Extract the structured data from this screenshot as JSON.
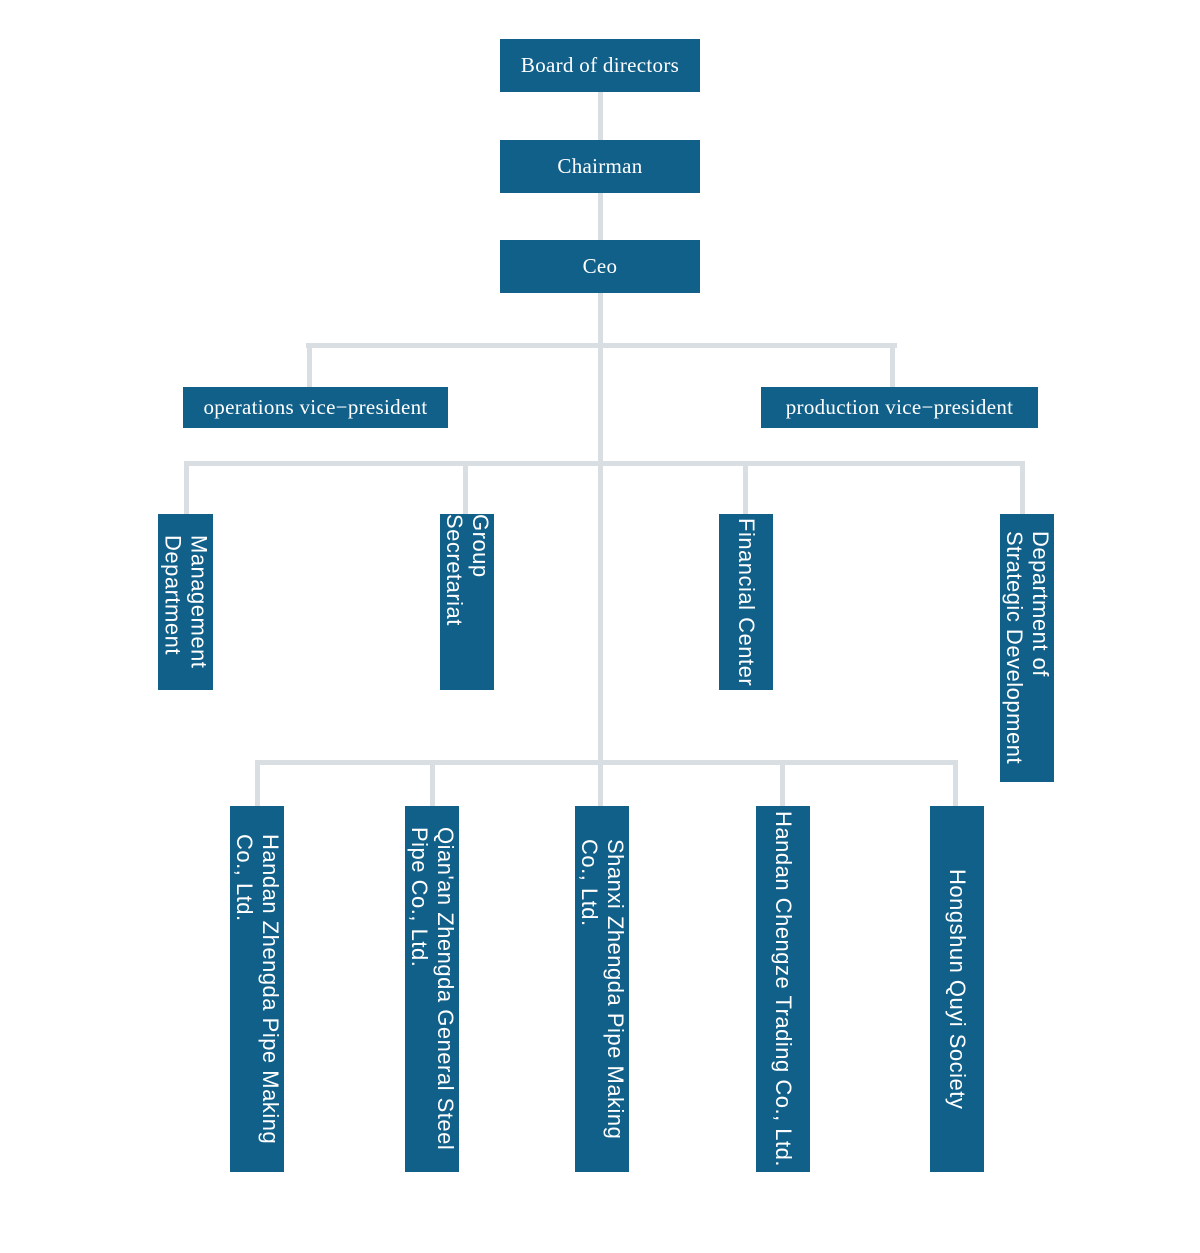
{
  "palette": {
    "node_fill": "#11608a",
    "node_text": "#ffffff",
    "connector": "#d9dee3",
    "background": "#ffffff"
  },
  "org": {
    "board": {
      "label": "Board of directors"
    },
    "chairman": {
      "label": "Chairman"
    },
    "ceo": {
      "label": "Ceo"
    },
    "vice_presidents": [
      {
        "label": "operations vice−president"
      },
      {
        "label": "production vice−president"
      }
    ],
    "departments": [
      {
        "label": "Management\nDepartment"
      },
      {
        "label": "Group Secretariat"
      },
      {
        "label": "Financial Center"
      },
      {
        "label": "Department of\nStrategic Development"
      }
    ],
    "subsidiaries": [
      {
        "label": "Handan Zhengda Pipe Making\nCo., Ltd."
      },
      {
        "label": "Qian'an Zhengda General Steel\nPipe Co., Ltd."
      },
      {
        "label": "Shanxi Zhengda Pipe Making\nCo., Ltd."
      },
      {
        "label": "Handan Chengze Trading Co., Ltd."
      },
      {
        "label": "Hongshun Quyi Society"
      }
    ]
  }
}
